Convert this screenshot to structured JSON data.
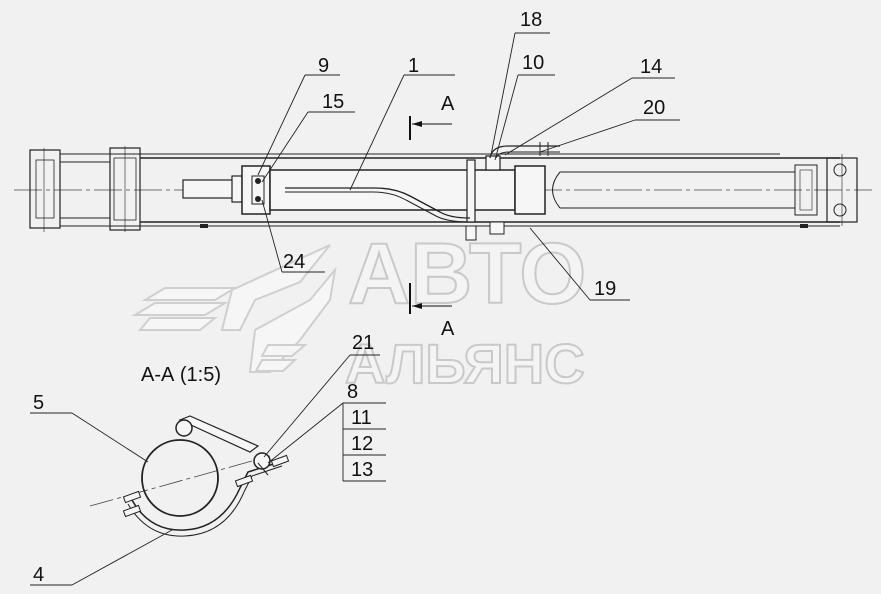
{
  "watermark": {
    "line1": "АВТО",
    "line2": "АЛЬЯНС"
  },
  "section": {
    "mark_top": "А",
    "mark_bottom": "А",
    "view_label": "А-А (1:5)"
  },
  "callouts": {
    "c1": "1",
    "c4": "4",
    "c5": "5",
    "c8": "8",
    "c9": "9",
    "c10": "10",
    "c11": "11",
    "c12": "12",
    "c13": "13",
    "c14": "14",
    "c15": "15",
    "c18": "18",
    "c19": "19",
    "c20": "20",
    "c21": "21",
    "c24": "24"
  }
}
